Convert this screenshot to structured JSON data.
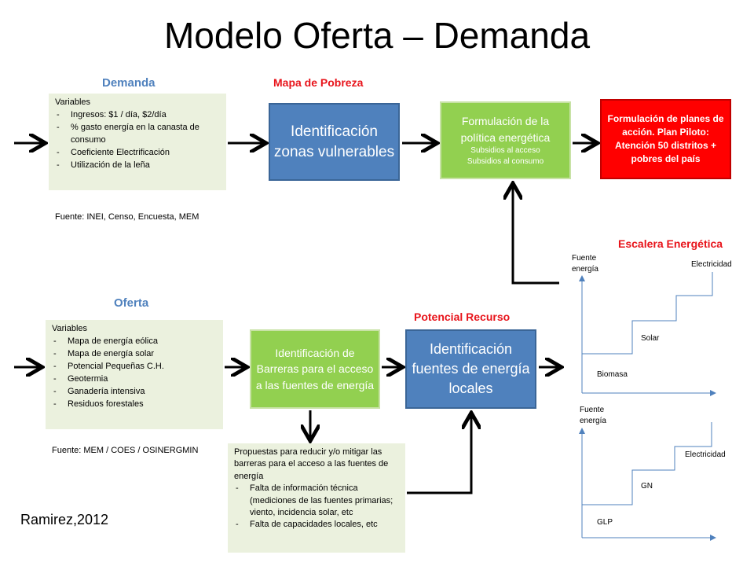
{
  "title": "Modelo Oferta – Demanda",
  "demanda": {
    "label": "Demanda",
    "variables_title": "Variables",
    "variables": [
      "Ingresos: $1 / día, $2/día",
      "% gasto energía en  la canasta de consumo",
      "Coeficiente Electrificación",
      "Utilización de la leña"
    ],
    "fuente": "Fuente:  INEI, Censo, Encuesta, MEM"
  },
  "mapa_pobreza": {
    "label": "Mapa de Pobreza",
    "box": "Identificación zonas vulnerables"
  },
  "formulacion_politica": {
    "title": "Formulación de la política energética",
    "line1": "Subsidios  al acceso",
    "line2": "Subsidios  al consumo"
  },
  "formulacion_planes": "Formulación de planes de acción. Plan Piloto: Atención 50 distritos + pobres del país",
  "escalera": {
    "label": "Escalera Energética",
    "chart1": {
      "axis_label": "Fuente energía",
      "steps": [
        "Biomasa",
        "Solar",
        "Electricidad"
      ]
    },
    "chart2": {
      "axis_label": "Fuente energía",
      "steps": [
        "GLP",
        "GN",
        "Electricidad"
      ]
    }
  },
  "oferta": {
    "label": "Oferta",
    "variables_title": "Variables",
    "variables": [
      "Mapa de energía eólica",
      "Mapa de energía solar",
      "Potencial Pequeñas C.H.",
      "Geotermia",
      "Ganadería intensiva",
      "Residuos forestales"
    ],
    "fuente": "Fuente:  MEM  / COES / OSINERGMIN"
  },
  "barreras_box": "Identificación de Barreras para el acceso a las fuentes de energía",
  "potencial": {
    "label": "Potencial Recurso",
    "box": "Identificación fuentes de energía locales"
  },
  "propuestas": {
    "intro": "Propuestas para reducir y/o mitigar las barreras para el acceso a las fuentes de energía",
    "items": [
      "Falta de información técnica (mediciones de las fuentes primarias; viento, incidencia solar, etc",
      "Falta de capacidades locales, etc"
    ]
  },
  "credit": "Ramirez,2012"
}
